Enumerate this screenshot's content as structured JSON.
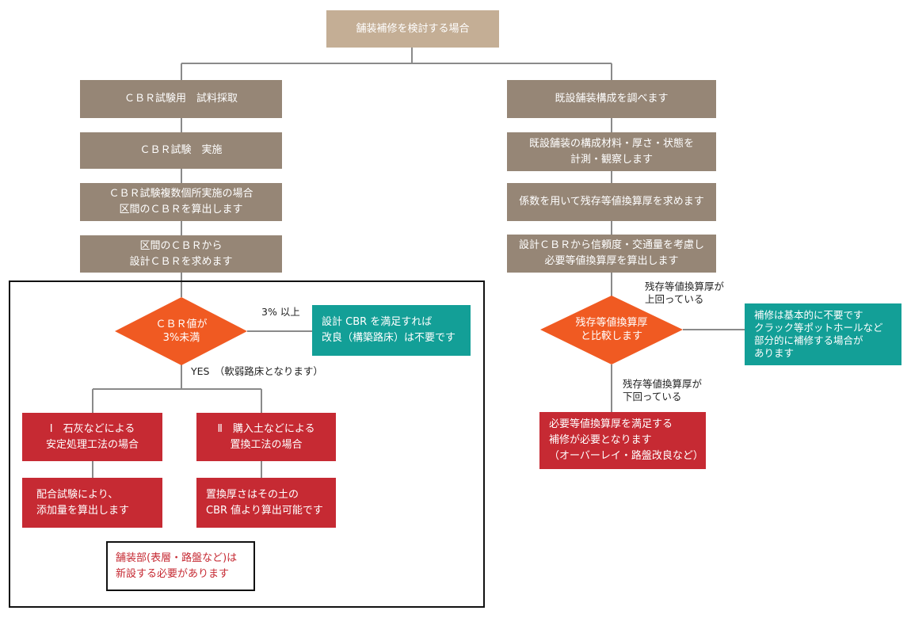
{
  "colors": {
    "tan": "#c4ae95",
    "brown": "#968676",
    "orange": "#f05a22",
    "red": "#c62a33",
    "teal": "#139f97"
  },
  "top": {
    "title": "舗装補修を検討する場合"
  },
  "left": {
    "step1": "ＣＢＲ試験用　試料採取",
    "step2": "ＣＢＲ試験　実施",
    "step3": "ＣＢＲ試験複数個所実施の場合\n区間のＣＢＲを算出します",
    "step4": "区間のＣＢＲから\n設計ＣＢＲを求めます",
    "decision": "ＣＢＲ値が\n3%未満",
    "label_above": "3% 以上",
    "teal_box": "設計 CBR を満足すれば\n改良（構築路床）は不要です",
    "label_yes": "YES　（軟弱路床となります）",
    "method1_title": "Ⅰ　石灰などによる\n安定処理工法の場合",
    "method1_detail": "配合試験により、\n添加量を算出します",
    "method2_title": "Ⅱ　購入土などによる\n置換工法の場合",
    "method2_detail": "置換厚さはその土の\nCBR 値より算出可能です",
    "note": "舗装部(表層・路盤など)は\n新設する必要があります"
  },
  "right": {
    "step1": "既設舗装構成を調べます",
    "step2": "既設舗装の構成材料・厚さ・状態を\n計測・観察します",
    "step3": "係数を用いて残存等値換算厚を求めます",
    "step4": "設計ＣＢＲから信頼度・交通量を考慮し\n必要等値換算厚を算出します",
    "decision": "残存等値換算厚\nと比較します",
    "label_above": "残存等値換算厚が\n上回っている",
    "teal_box": "補修は基本的に不要です\nクラック等ポットホールなど\n部分的に補修する場合が\nあります",
    "label_below": "残存等値換算厚が\n下回っている",
    "red_box": "必要等値換算厚を満足する\n補修が必要となります\n（オーバーレイ・路盤改良など）"
  }
}
